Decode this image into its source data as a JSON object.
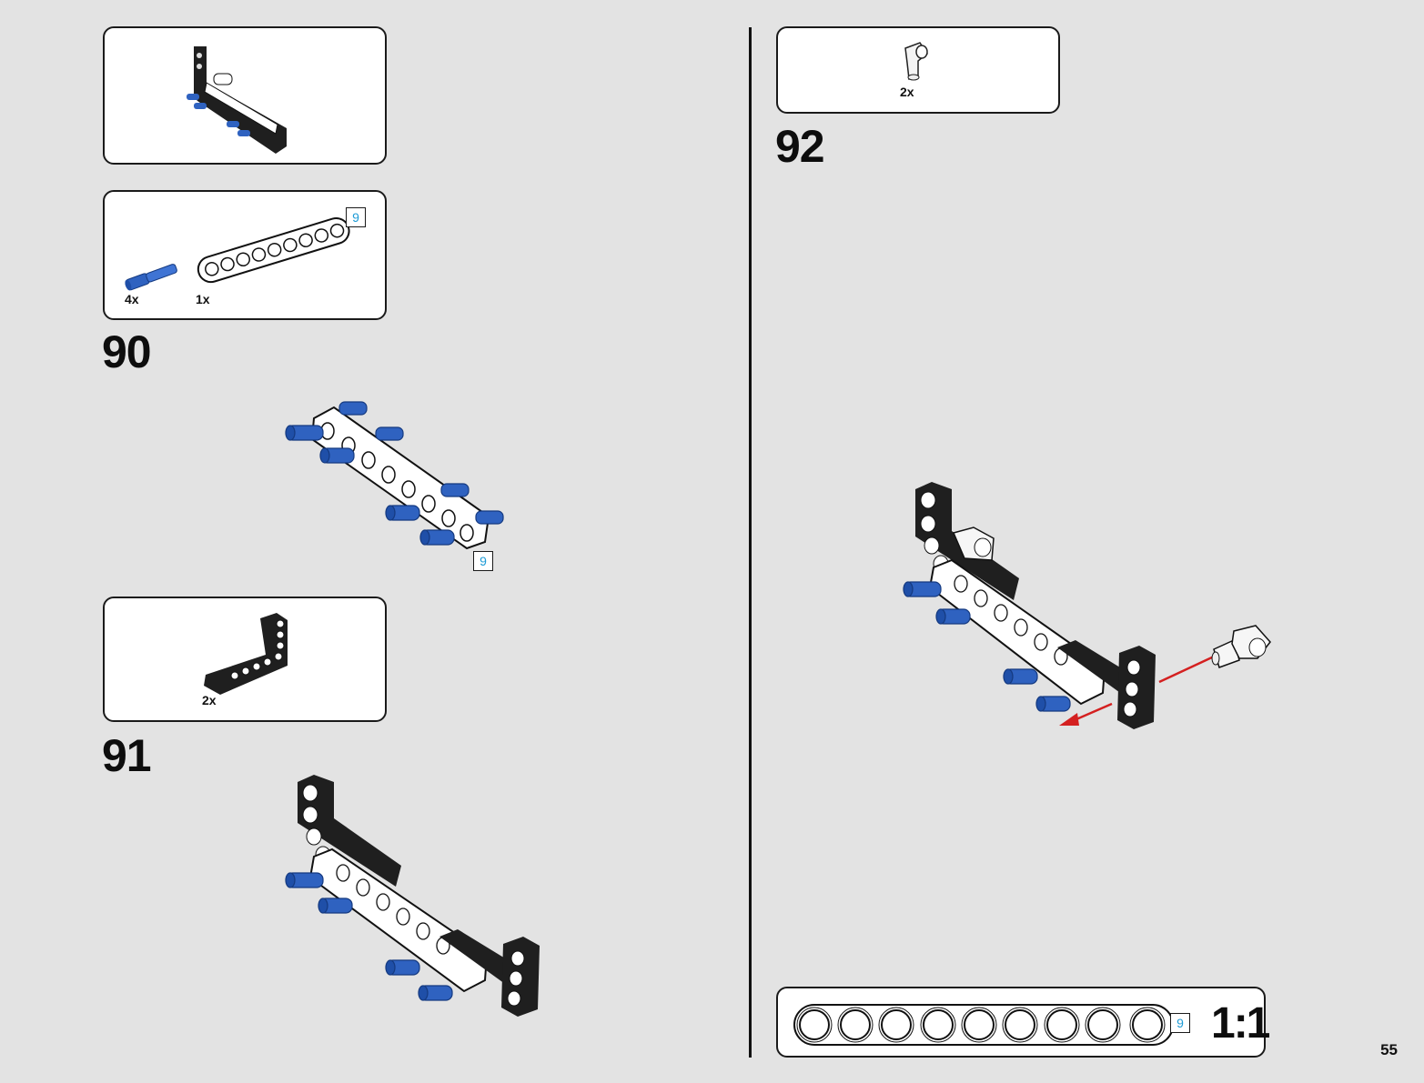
{
  "steps": [
    {
      "number": "90",
      "parts": [
        {
          "qty": "4x",
          "icon": "blue-axle-pin-icon"
        },
        {
          "qty": "1x",
          "icon": "white-beam-9-icon"
        }
      ],
      "badge": "9",
      "model_badge": "9"
    },
    {
      "number": "91",
      "parts": [
        {
          "qty": "2x",
          "icon": "black-angled-beam-icon"
        }
      ]
    },
    {
      "number": "92",
      "parts": [
        {
          "qty": "2x",
          "icon": "white-connector-icon"
        }
      ]
    }
  ],
  "scale_box": {
    "badge": "9",
    "scale": "1:1"
  },
  "page_number": "55",
  "colors": {
    "background": "#e3e3e3",
    "blue": "#2f62c0",
    "black": "#1f1f1f",
    "badge_text": "#1d9bd6",
    "arrow": "#d42020"
  }
}
